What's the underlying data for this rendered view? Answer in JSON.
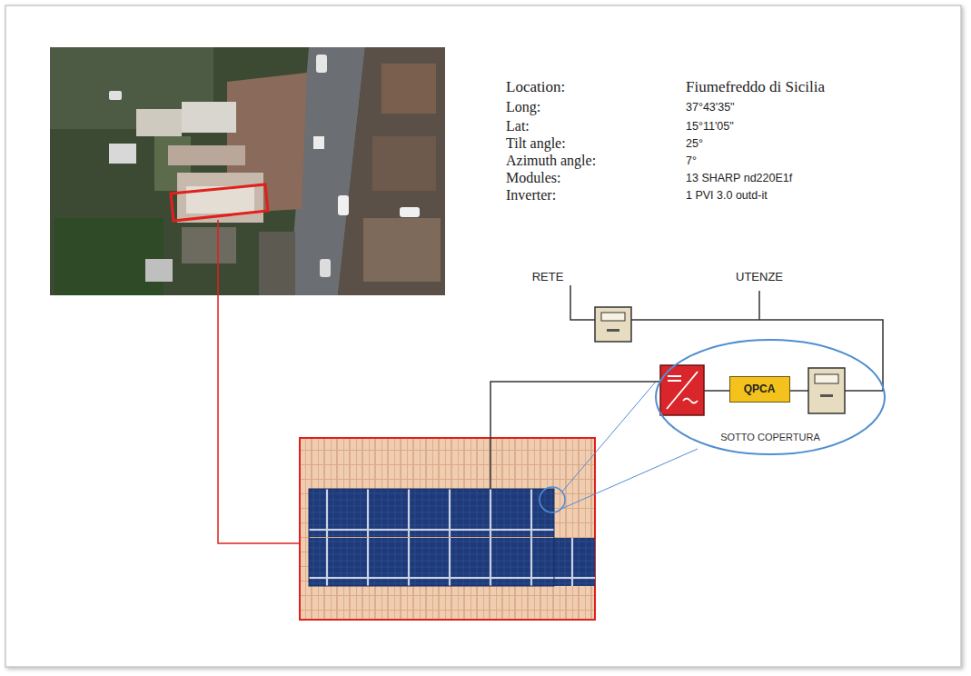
{
  "diagram": {
    "nodes": [
      {
        "text": [
          "SOTTO COPERTURA"
        ]
      },
      {
        "text": [
          "QPCA"
        ],
        "in": 0
      }
    ],
    "labels": [
      "Location:",
      "Fiumefreddo di Sicilia",
      "Long:",
      "37°43'35\"",
      "Lat:",
      "15°11'05\"",
      "Tilt angle:",
      "25°",
      "Azimuth angle:",
      "7°",
      "Modules:",
      "13 SHARP nd220E1f",
      "Inverter:",
      "1 PVI 3.0 outd-it",
      "RETE",
      "UTENZE"
    ]
  }
}
